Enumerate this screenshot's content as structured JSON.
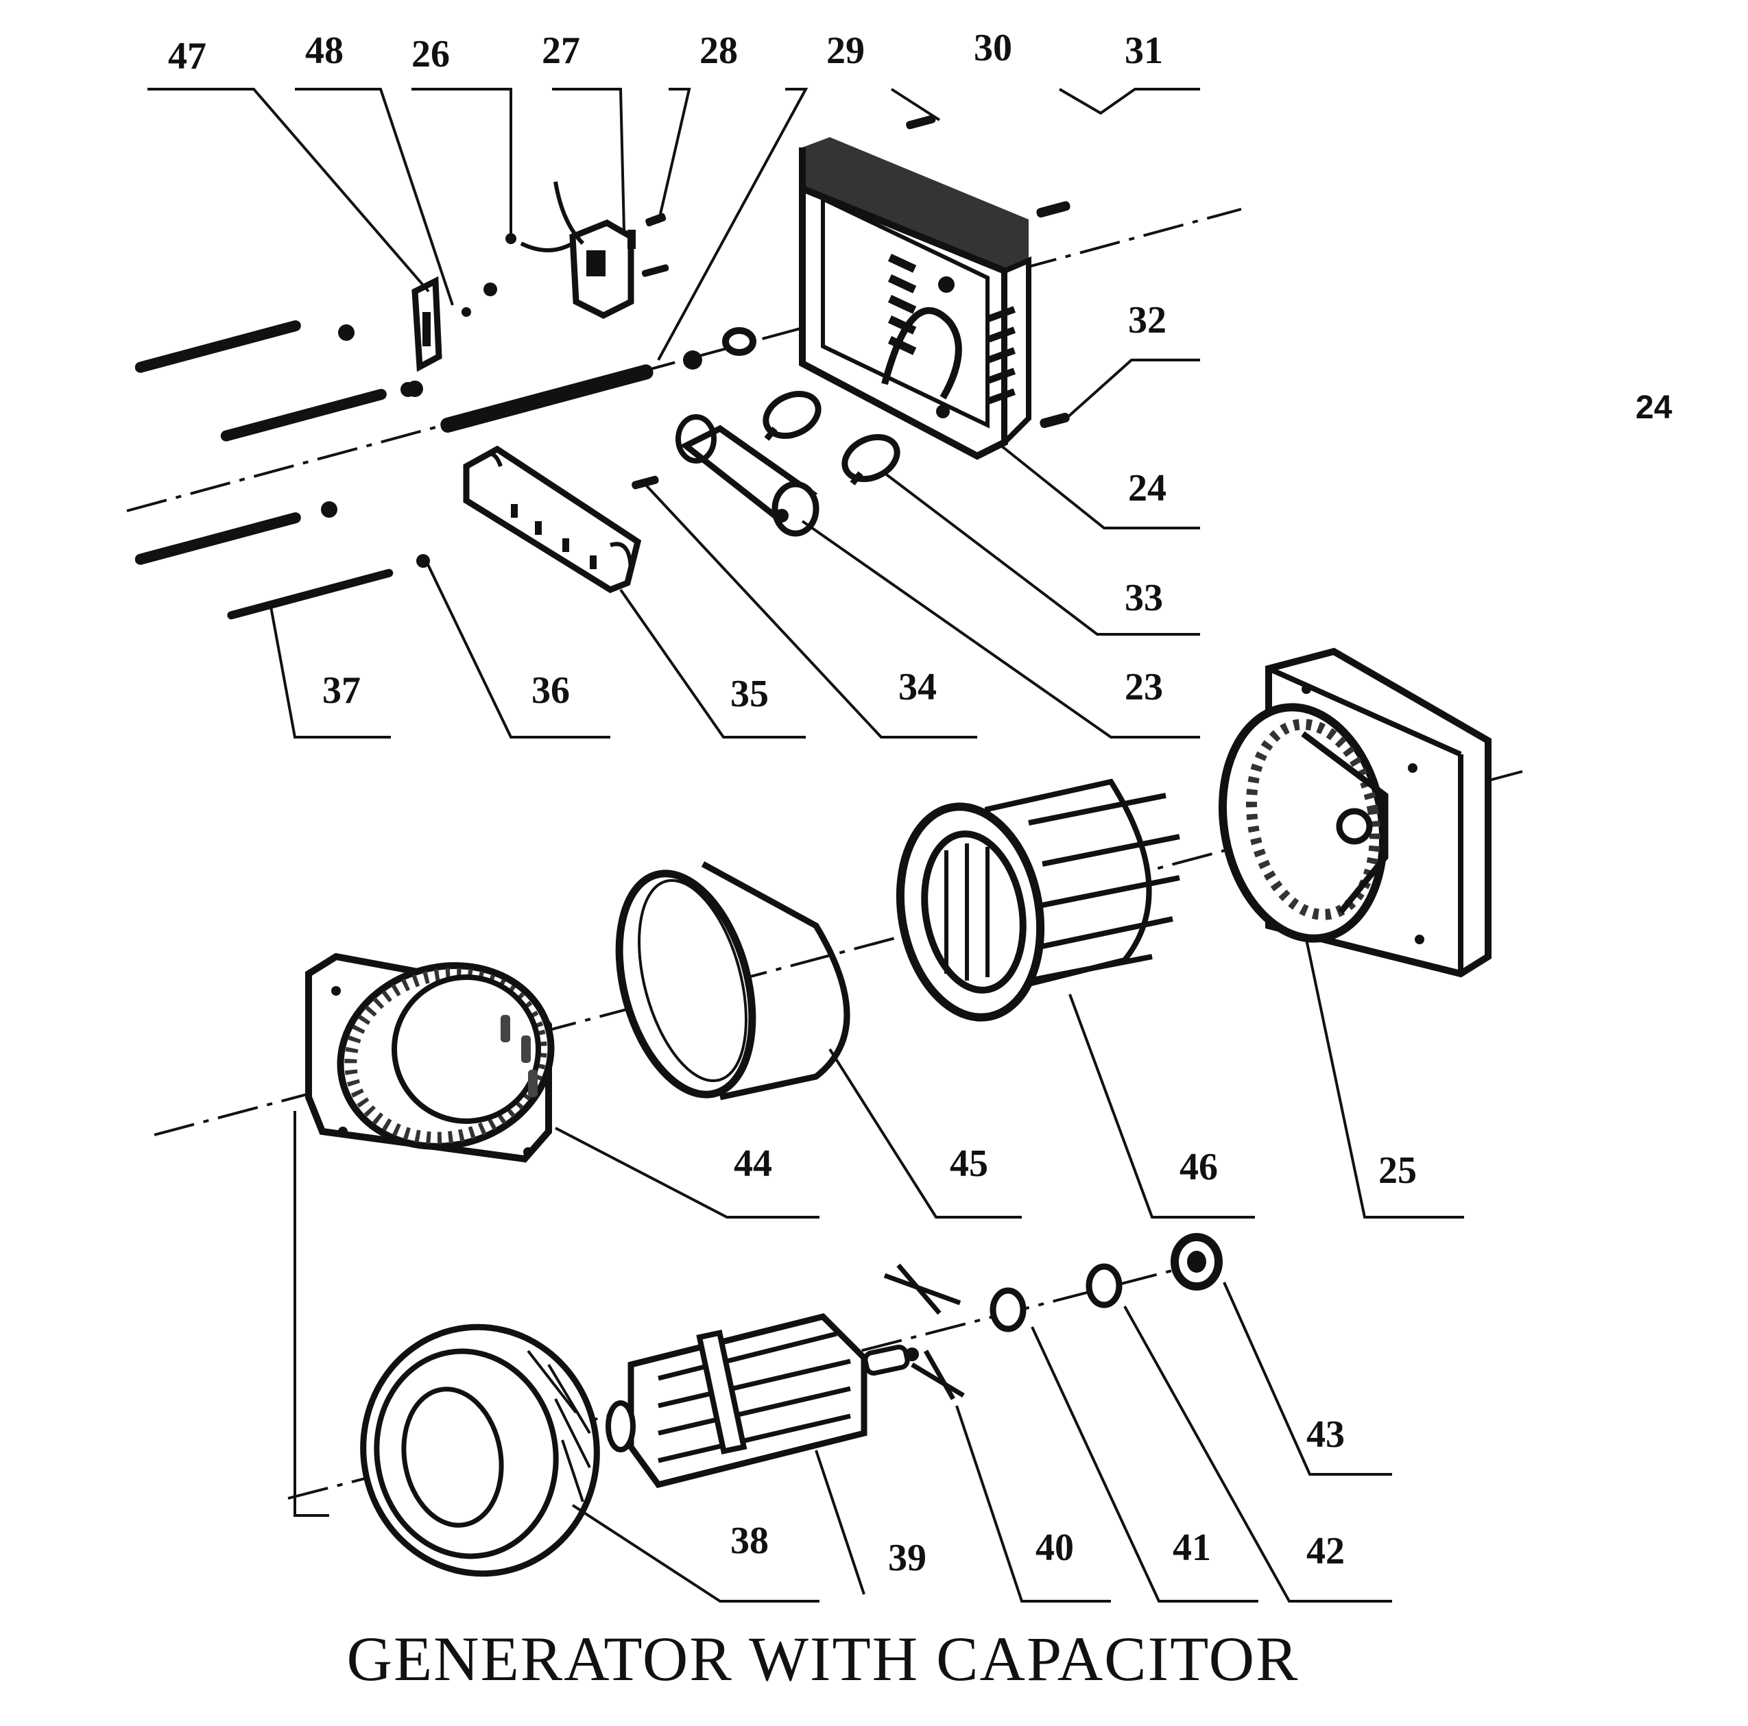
{
  "caption": "GENERATOR WITH CAPACITOR",
  "stray_label": "24",
  "part_labels": {
    "p47": "47",
    "p48": "48",
    "p26": "26",
    "p27": "27",
    "p28": "28",
    "p29": "29",
    "p30": "30",
    "p31": "31",
    "p32": "32",
    "p24": "24",
    "p33": "33",
    "p23": "23",
    "p34": "34",
    "p35": "35",
    "p36": "36",
    "p37": "37",
    "p44": "44",
    "p45": "45",
    "p46": "46",
    "p25": "25",
    "p43": "43",
    "p38": "38",
    "p39": "39",
    "p40": "40",
    "p41": "41",
    "p42": "42"
  }
}
